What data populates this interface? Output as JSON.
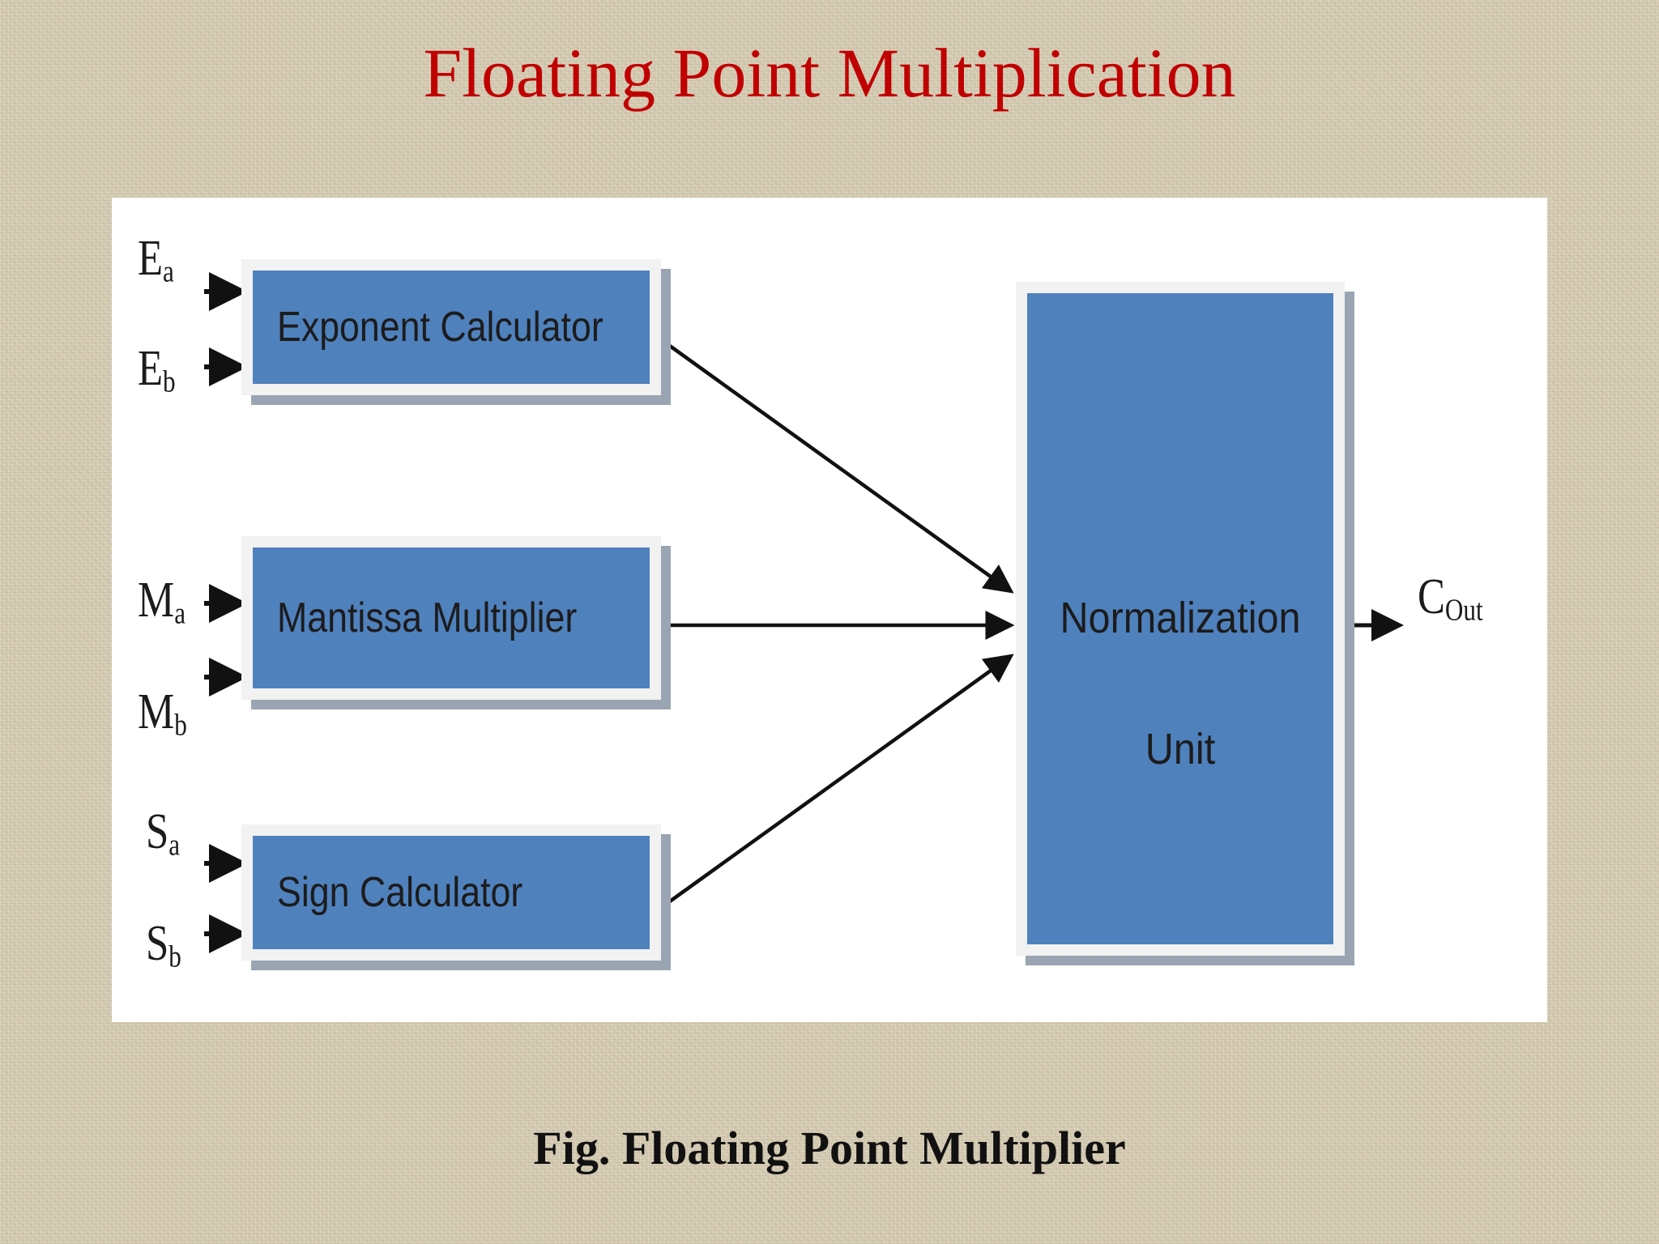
{
  "slide": {
    "title": "Floating Point Multiplication",
    "caption": "Fig. Floating Point Multiplier"
  },
  "diagram": {
    "blocks": {
      "exponent": "Exponent  Calculator",
      "mantissa": "Mantissa  Multiplier",
      "sign": "Sign  Calculator",
      "normalization_line1": "Normalization",
      "normalization_line2": "Unit"
    },
    "inputs": {
      "ea": {
        "base": "E",
        "sub": "a"
      },
      "eb": {
        "base": "E",
        "sub": "b"
      },
      "ma": {
        "base": "M",
        "sub": "a"
      },
      "mb": {
        "base": "M",
        "sub": "b"
      },
      "sa": {
        "base": "S",
        "sub": "a"
      },
      "sb": {
        "base": "S",
        "sub": "b"
      }
    },
    "output": {
      "base": "C",
      "sub": "Out"
    }
  },
  "colors": {
    "title": "#c00000",
    "block_fill": "#4f81bd",
    "block_border": "#f2f2f2",
    "block_shadow": "#9aa4b2",
    "wire": "#111111"
  }
}
